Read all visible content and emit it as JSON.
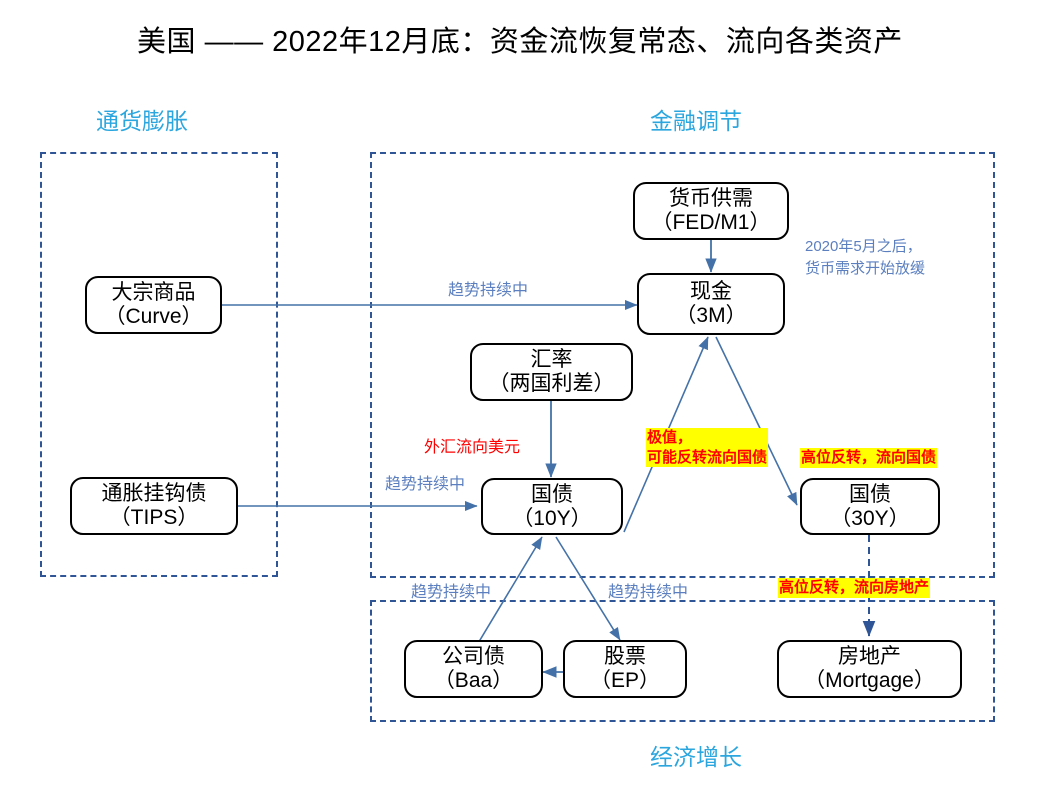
{
  "title": "美国 —— 2022年12月底：资金流恢复常态、流向各类资产",
  "sections": [
    {
      "key": "inflation",
      "label": "通货膨胀"
    },
    {
      "key": "financial",
      "label": "金融调节"
    },
    {
      "key": "growth",
      "label": "经济增长"
    }
  ],
  "nodes": [
    {
      "key": "commodity",
      "line1": "大宗商品",
      "line2": "（Curve）"
    },
    {
      "key": "tips",
      "line1": "通胀挂钩债",
      "line2": "（TIPS）"
    },
    {
      "key": "money",
      "line1": "货币供需",
      "line2": "（FED/M1）"
    },
    {
      "key": "cash",
      "line1": "现金",
      "line2": "（3M）"
    },
    {
      "key": "fx",
      "line1": "汇率",
      "line2": "（两国利差）"
    },
    {
      "key": "ust10",
      "line1": "国债",
      "line2": "（10Y）"
    },
    {
      "key": "ust30",
      "line1": "国债",
      "line2": "（30Y）"
    },
    {
      "key": "corp",
      "line1": "公司债",
      "line2": "（Baa）"
    },
    {
      "key": "equity",
      "line1": "股票",
      "line2": "（EP）"
    },
    {
      "key": "realestate",
      "line1": "房地产",
      "line2": "（Mortgage）"
    }
  ],
  "edge_labels": {
    "commodity_to_cash": "趋势持续中",
    "tips_to_ust10": "趋势持续中",
    "corp_to_ust10": "趋势持续中",
    "ust10_to_equity": "趋势持续中"
  },
  "annotations": {
    "money_demand_note_line1": "2020年5月之后，",
    "money_demand_note_line2": "货币需求开始放缓",
    "fx_to_usd": "外汇流向美元",
    "extreme_line1": "极值，",
    "extreme_line2": "可能反转流向国债",
    "reversal_to_bonds": "高位反转，流向国债",
    "reversal_to_realestate": "高位反转，流向房地产"
  },
  "colors": {
    "section_heading": "#2BA6DE",
    "frame_dashed": "#2F5597",
    "arrow_blue": "#4472A8",
    "edge_label": "#5B7FBF",
    "highlight_bg": "#FFFF00",
    "highlight_text": "#FF0000",
    "red_text": "#FF0000",
    "node_border": "#000000"
  }
}
